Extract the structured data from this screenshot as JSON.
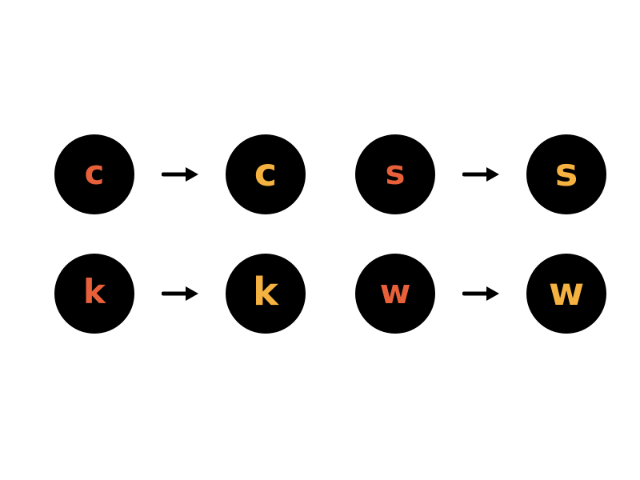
{
  "colors": {
    "circle_fill": "#000000",
    "from_letter": "#e8603a",
    "to_letter": "#f6b240",
    "arrow": "#000000"
  },
  "pairs": [
    {
      "from": "c",
      "to": "c"
    },
    {
      "from": "s",
      "to": "s"
    },
    {
      "from": "k",
      "to": "k"
    },
    {
      "from": "w",
      "to": "w"
    }
  ]
}
